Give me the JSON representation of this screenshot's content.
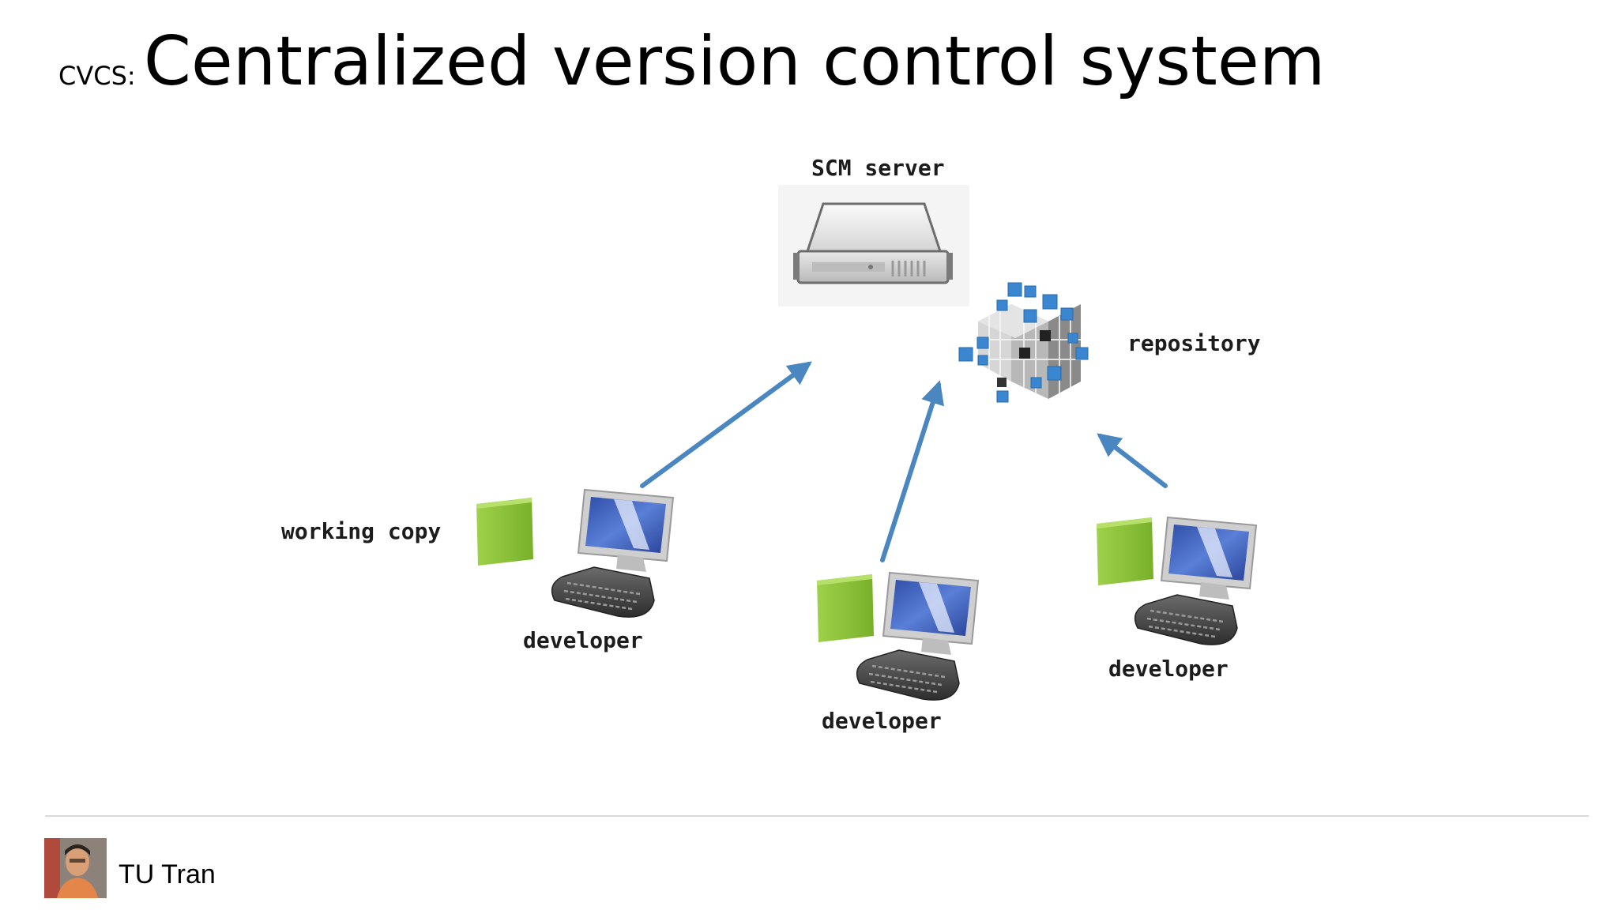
{
  "slide": {
    "title_acronym": "CVCS:",
    "title_full": "Centralized version control system"
  },
  "diagram": {
    "labels": {
      "server": "SCM server",
      "repository": "repository",
      "working_copy": "working copy",
      "developer_left": "developer",
      "developer_center": "developer",
      "developer_right": "developer"
    },
    "colors": {
      "arrow": "#4a86c0",
      "working_copy": "#8cc63f",
      "monitor_screen": "#3e5fb7",
      "cube_blue": "#3b86d0"
    }
  },
  "footer": {
    "author": "TU Tran"
  }
}
